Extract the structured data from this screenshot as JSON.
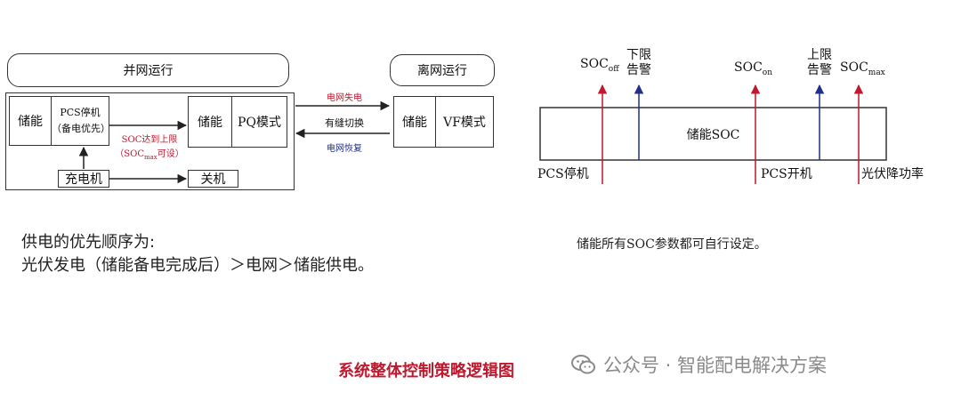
{
  "left_diagram": {
    "grid_mode_title": "并网运行",
    "offgrid_mode_title": "离网运行",
    "storage_label_1": "储能",
    "pcs_stop_line1": "PCS停机",
    "pcs_stop_line2": "（备电优先）",
    "storage_label_2": "储能",
    "pq_mode_label": "PQ模式",
    "soc_limit_line1": "SOC达到上限",
    "soc_limit_line2_prefix": "（SOC",
    "soc_limit_line2_sub": "max",
    "soc_limit_line2_suffix": "可设）",
    "charger_label": "充电机",
    "shutdown_label": "关机",
    "grid_loss_label": "电网失电",
    "seamless_switch_label": "有缝切换",
    "grid_restore_label": "电网恢复",
    "storage_label_3": "储能",
    "vf_mode_label": "VF模式"
  },
  "right_diagram": {
    "soc_off_main": "SOC",
    "soc_off_sub": "off",
    "lower_alarm_line1": "下限",
    "lower_alarm_line2": "告警",
    "soc_on_main": "SOC",
    "soc_on_sub": "on",
    "upper_alarm_line1": "上限",
    "upper_alarm_line2": "告警",
    "soc_max_main": "SOC",
    "soc_max_sub": "max",
    "bar_label": "储能SOC",
    "pcs_stop_label": "PCS停机",
    "pcs_start_label": "PCS开机",
    "pv_derate_label": "光伏降功率"
  },
  "priority_text_line1": "供电的优先顺序为:",
  "priority_text_line2": "光伏发电（储能备电完成后）＞电网＞储能供电。",
  "soc_note": "储能所有SOC参数都可自行设定。",
  "caption": "系统整体控制策略逻辑图",
  "watermark": "公众号 · 智能配电解决方案",
  "colors": {
    "red_arrow": "#c0182d",
    "blue_arrow": "#1f2f8a",
    "line": "#222222"
  }
}
